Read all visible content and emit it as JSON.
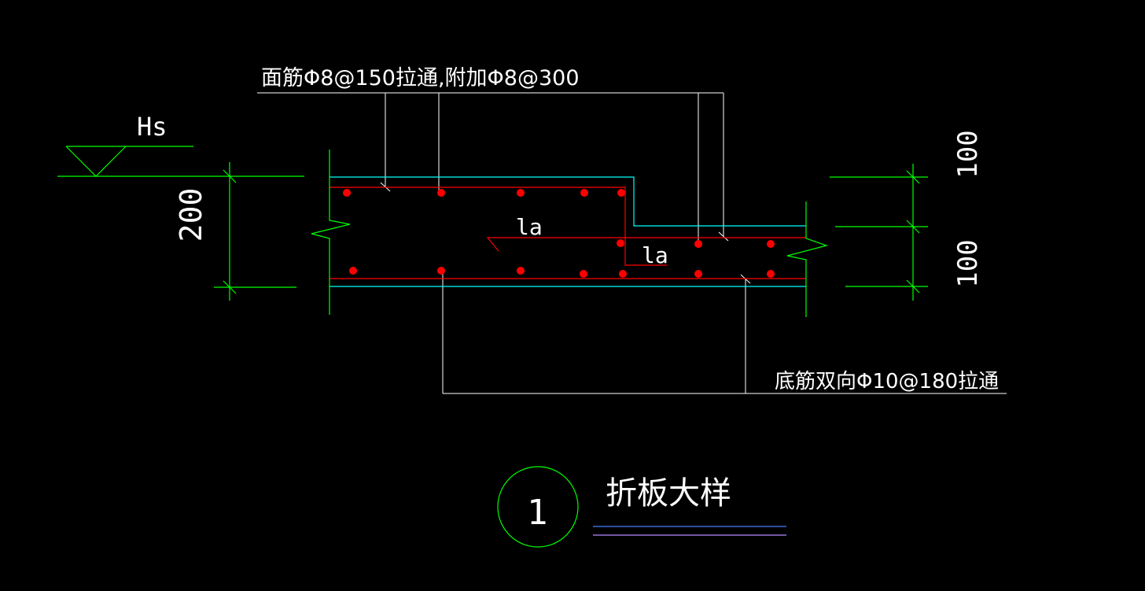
{
  "drawing": {
    "top_rebar_note": "面筋Φ8@150拉通,附加Φ8@300",
    "bottom_rebar_note": "底筋双向Φ10@180拉通",
    "level_mark": "Hs",
    "dim_left": "200",
    "dim_right_upper": "100",
    "dim_right_lower": "100",
    "anchor_label_1": "la",
    "anchor_label_2": "la",
    "detail_number": "1",
    "detail_title": "折板大样"
  },
  "colors": {
    "background": "#000000",
    "dimension": "#00ff00",
    "concrete": "#00ffff",
    "rebar": "#ff0000",
    "leader": "#ffffff",
    "underline_1": "#4a7dff",
    "underline_2": "#b888ff"
  }
}
